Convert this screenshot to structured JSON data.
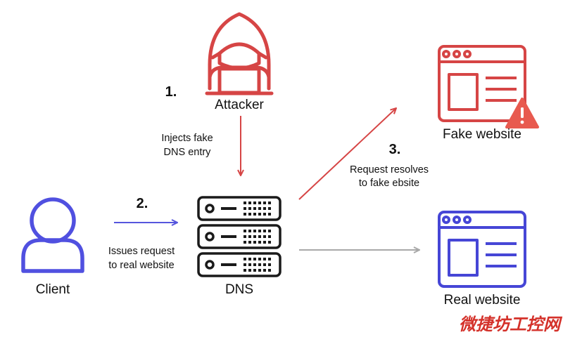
{
  "colors": {
    "attacker": "#d64545",
    "client": "#5050e0",
    "dns": "#1a1a1a",
    "fake": "#d64545",
    "real": "#4646d6",
    "warning": "#e85a4f",
    "arrow_inject": "#d64545",
    "arrow_client": "#5555dd",
    "arrow_fake": "#d64545",
    "arrow_real": "#a8a8a8",
    "watermark": "#d4312a"
  },
  "nodes": {
    "attacker": {
      "label": "Attacker",
      "icon": "hooded-hacker-icon"
    },
    "client": {
      "label": "Client",
      "icon": "user-icon"
    },
    "dns": {
      "label": "DNS",
      "icon": "server-stack-icon"
    },
    "fake_site": {
      "label": "Fake website",
      "icon": "browser-window-warning-icon"
    },
    "real_site": {
      "label": "Real website",
      "icon": "browser-window-icon"
    }
  },
  "steps": {
    "s1": {
      "number": "1.",
      "line1": "Injects fake",
      "line2": "DNS entry"
    },
    "s2": {
      "number": "2.",
      "line1": "Issues request",
      "line2": "to real website"
    },
    "s3": {
      "number": "3.",
      "line1": "Request resolves",
      "line2": "to fake ebsite"
    }
  },
  "watermark": {
    "text": "微捷坊工控网"
  }
}
